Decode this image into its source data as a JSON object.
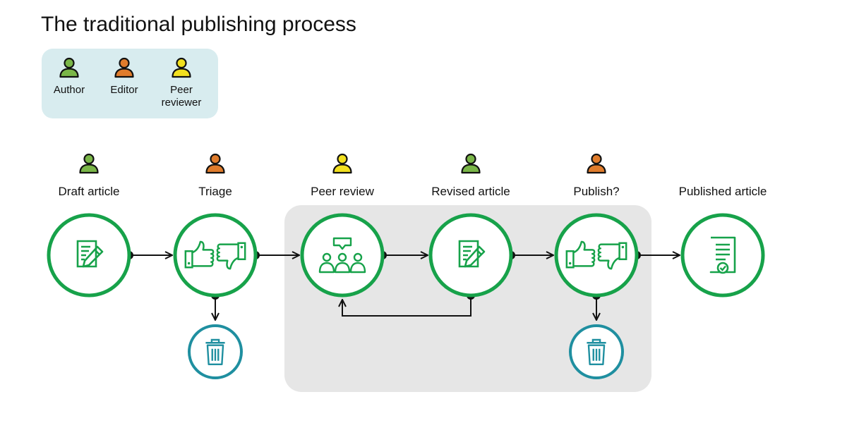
{
  "title": "The traditional publishing process",
  "colors": {
    "author": "#7ab648",
    "editor": "#e07c2c",
    "peer_reviewer": "#f2e01f",
    "node_ring": "#17a24a",
    "node_icon": "#17a24a",
    "bin_ring": "#1f8fa0",
    "legend_bg": "#d8ecef",
    "group_bg": "#e6e6e6",
    "arrow": "#111111"
  },
  "legend": {
    "items": [
      {
        "role": "author",
        "label": "Author"
      },
      {
        "role": "editor",
        "label": "Editor"
      },
      {
        "role": "peer_reviewer",
        "label_lines": [
          "Peer",
          "reviewer"
        ]
      }
    ]
  },
  "steps": [
    {
      "id": "draft",
      "label": "Draft article",
      "role": "author",
      "icon": "document-pencil-icon"
    },
    {
      "id": "triage",
      "label": "Triage",
      "role": "editor",
      "icon": "thumbs-up-down-icon"
    },
    {
      "id": "peer-review",
      "label": "Peer review",
      "role": "peer_reviewer",
      "icon": "group-discussion-icon"
    },
    {
      "id": "revised",
      "label": "Revised article",
      "role": "author",
      "icon": "document-pencil-icon"
    },
    {
      "id": "publish-decision",
      "label": "Publish?",
      "role": "editor",
      "icon": "thumbs-up-down-icon"
    },
    {
      "id": "published",
      "label": "Published article",
      "role": "none",
      "icon": "certificate-document-icon"
    }
  ],
  "rejections": [
    {
      "from": "triage",
      "icon": "trash-bin-icon"
    },
    {
      "from": "publish-decision",
      "icon": "trash-bin-icon"
    }
  ],
  "loop": {
    "from": "revised",
    "to": "peer-review"
  }
}
